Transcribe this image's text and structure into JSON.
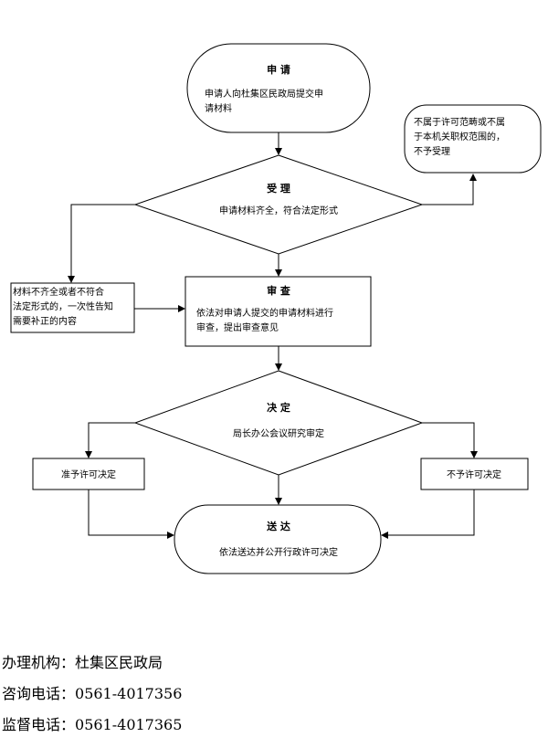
{
  "nodes": {
    "apply": {
      "title": "申 请",
      "lines": [
        "申请人向杜集区民政局提交申",
        "请材料"
      ]
    },
    "not_in_scope": {
      "lines": [
        "不属于许可范畴或不属",
        "于本机关职权范围的，",
        "不予受理"
      ]
    },
    "accept": {
      "title": "受 理",
      "lines": [
        "申请材料齐全，符合法定形式"
      ]
    },
    "incomplete": {
      "lines": [
        "材料不齐全或者不符合",
        "法定形式的，一次性告知",
        "需要补正的内容"
      ]
    },
    "review": {
      "title": "审 查",
      "lines": [
        "依法对申请人提交的申请材料进行",
        "审查，提出审查意见"
      ]
    },
    "decide": {
      "title": "决 定",
      "lines": [
        "局长办公会议研究审定"
      ]
    },
    "grant": {
      "lines": [
        "准予许可决定"
      ]
    },
    "deny": {
      "lines": [
        "不予许可决定"
      ]
    },
    "deliver": {
      "title": "送 达",
      "lines": [
        "依法送达并公开行政许可决定"
      ]
    }
  },
  "footer": {
    "agency": {
      "label": "办理机构：",
      "value": "杜集区民政局"
    },
    "consult": {
      "label": "咨询电话：",
      "value": "0561-4017356"
    },
    "supervise": {
      "label": "监督电话：",
      "value": "0561-4017365"
    }
  }
}
